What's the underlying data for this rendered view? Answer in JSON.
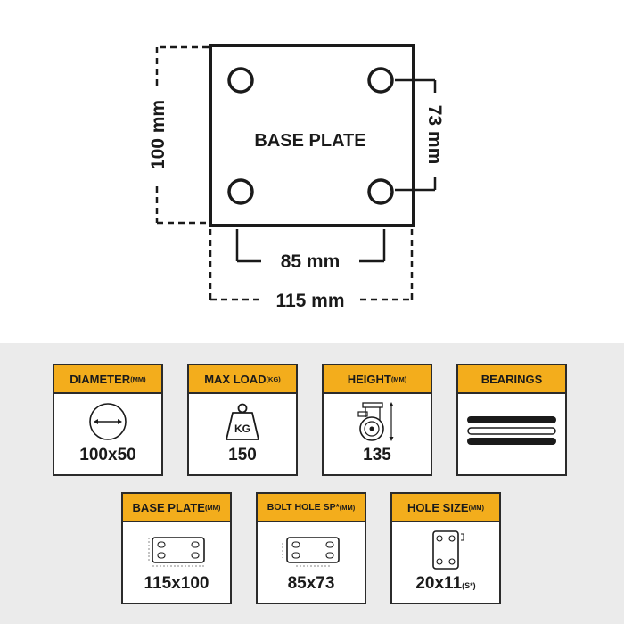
{
  "diagram": {
    "plate_label": "BASE PLATE",
    "height_label": "100 mm",
    "hole_vertical_label": "73 mm",
    "hole_horizontal_label": "85 mm",
    "width_label": "115 mm"
  },
  "specs": [
    {
      "title": "DIAMETER",
      "unit": "(MM)",
      "value": "100x50",
      "value_suffix": "",
      "icon": "diameter-icon"
    },
    {
      "title": "MAX LOAD",
      "unit": "(KG)",
      "value": "150",
      "value_suffix": "",
      "icon": "weight-icon",
      "icon_text": "KG"
    },
    {
      "title": "HEIGHT",
      "unit": "(MM)",
      "value": "135",
      "value_suffix": "",
      "icon": "caster-wheel-icon"
    },
    {
      "title": "BEARINGS",
      "unit": "",
      "value": "",
      "value_suffix": "",
      "icon": "bearings-icon"
    },
    {
      "title": "BASE PLATE",
      "unit": "(MM)",
      "value": "115x100",
      "value_suffix": "",
      "icon": "base-plate-icon"
    },
    {
      "title": "BOLT HOLE SP*",
      "unit": "(MM)",
      "value": "85x73",
      "value_suffix": "",
      "icon": "bolt-hole-spacing-icon"
    },
    {
      "title": "HOLE SIZE",
      "unit": "(MM)",
      "value": "20x11",
      "value_suffix": "(S*)",
      "icon": "hole-size-icon"
    }
  ],
  "colors": {
    "accent": "#f3ad1c",
    "outline": "#1a1a1a",
    "panel_bg": "#ebebeb"
  }
}
